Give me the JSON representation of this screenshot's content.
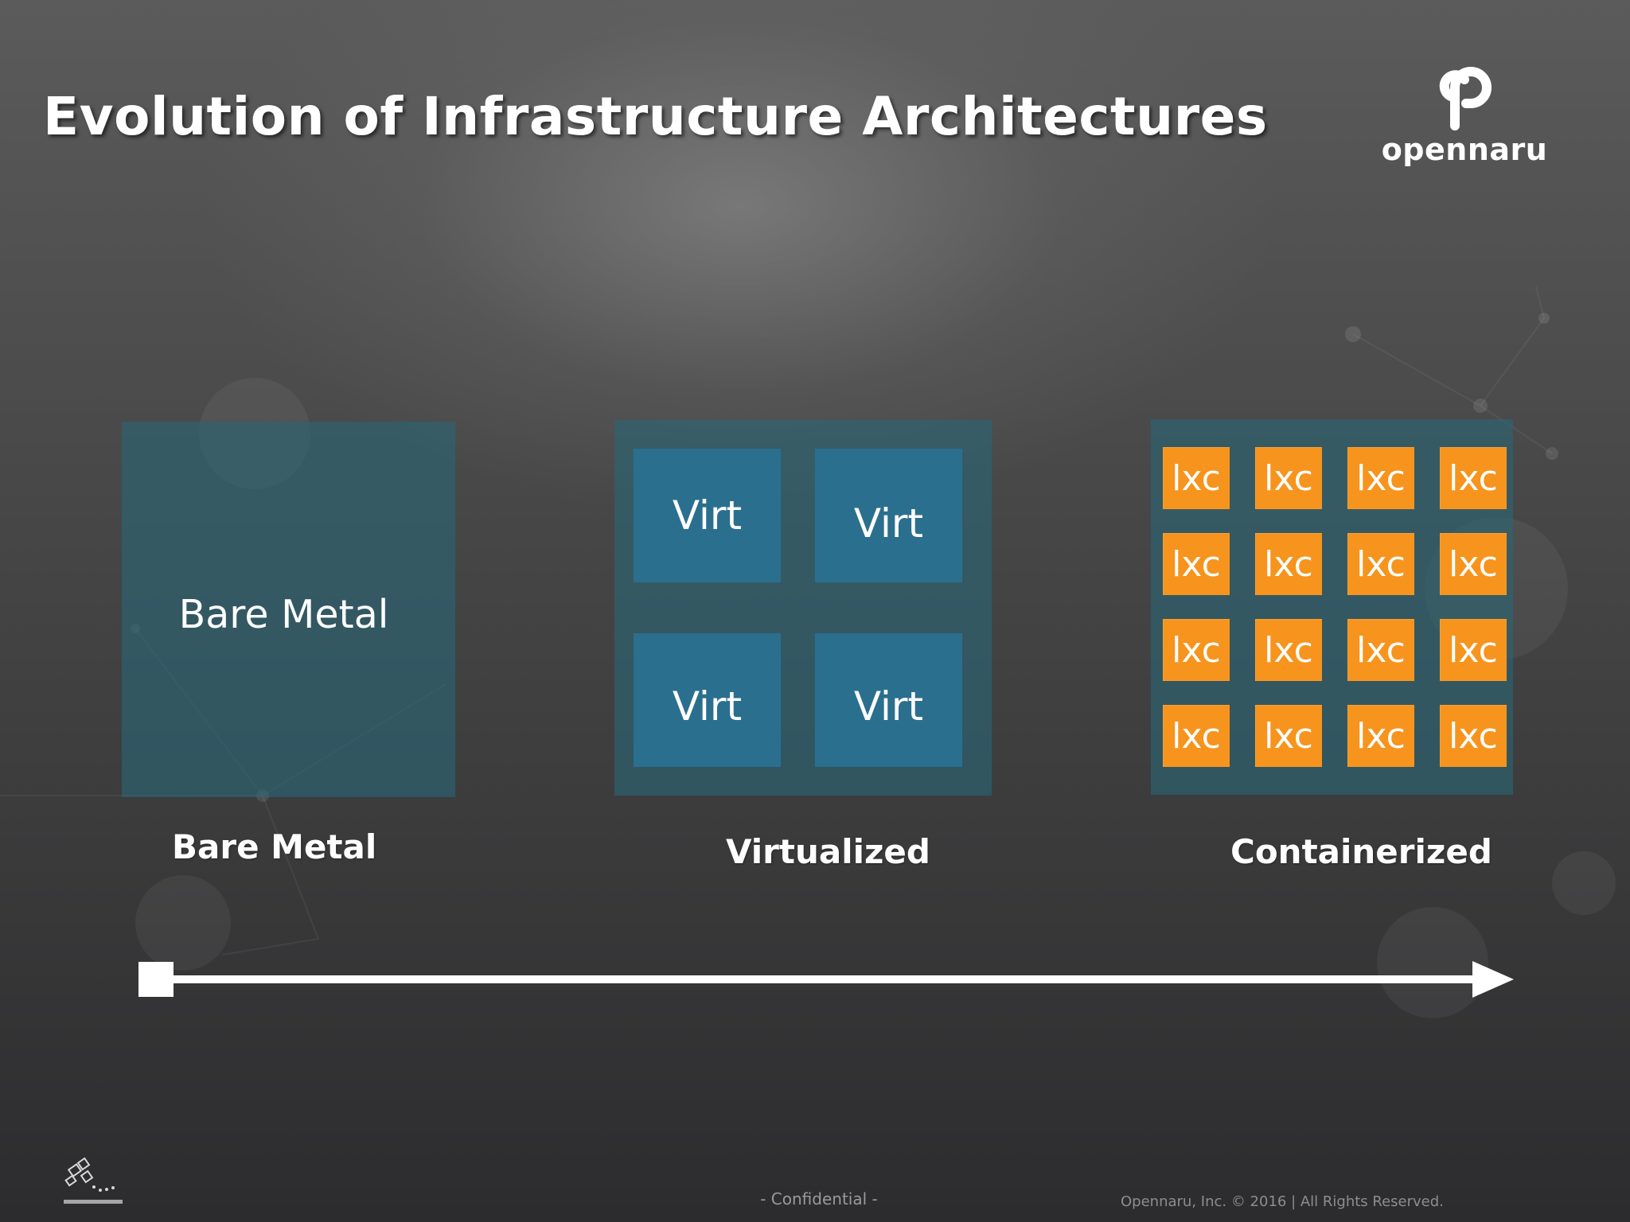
{
  "slide": {
    "title": "Evolution of Infrastructure Architectures"
  },
  "logo": {
    "icon": "opennaru-logo-icon",
    "text": "opennaru"
  },
  "bare_metal": {
    "box_text": "Bare Metal",
    "caption": "Bare Metal"
  },
  "virtualized": {
    "boxes": [
      "Virt",
      "Virt",
      "Virt",
      "Virt"
    ],
    "caption": "Virtualized"
  },
  "containerized": {
    "boxes": [
      "lxc",
      "lxc",
      "lxc",
      "lxc",
      "lxc",
      "lxc",
      "lxc",
      "lxc",
      "lxc",
      "lxc",
      "lxc",
      "lxc",
      "lxc",
      "lxc",
      "lxc",
      "lxc"
    ],
    "caption": "Containerized"
  },
  "footer": {
    "center": "- Confidential -",
    "right": "Opennaru, Inc. ©  2016 | All Rights Reserved.",
    "left_icon": "knowledge-logo-icon"
  },
  "colors": {
    "panel_teal": "#2a6676",
    "virt_blue": "#2b6f8e",
    "lxc_orange": "#f7941d",
    "text_white": "#ffffff"
  }
}
